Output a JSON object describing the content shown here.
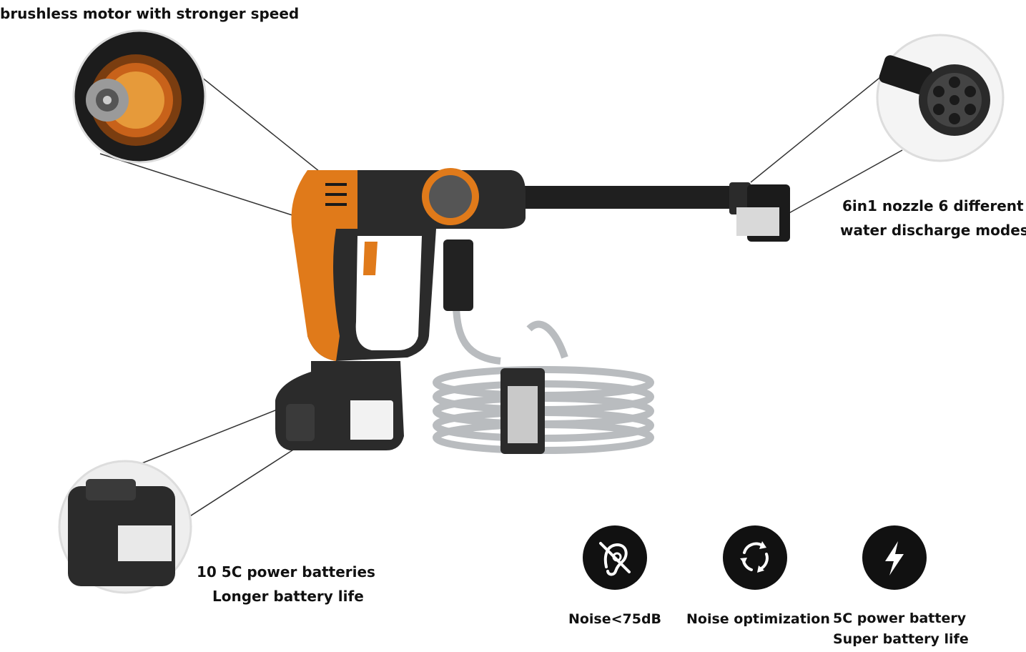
{
  "callouts": {
    "motor": "brushless motor with stronger speed",
    "nozzle_line1": "6in1 nozzle 6 different",
    "nozzle_line2": "water discharge modes",
    "battery_line1": "10 5C power batteries",
    "battery_line2": "Longer battery life"
  },
  "features": [
    {
      "icon": "noise-off-icon",
      "line1": "Noise<75dB",
      "line2": ""
    },
    {
      "icon": "cycle-icon",
      "line1": "Noise optimization",
      "line2": ""
    },
    {
      "icon": "lightning-icon",
      "line1": "5C power battery",
      "line2": "Super battery life"
    }
  ],
  "colors": {
    "accent": "#E07A1A",
    "body": "#2b2b2b",
    "hose": "#b9bcbf"
  }
}
